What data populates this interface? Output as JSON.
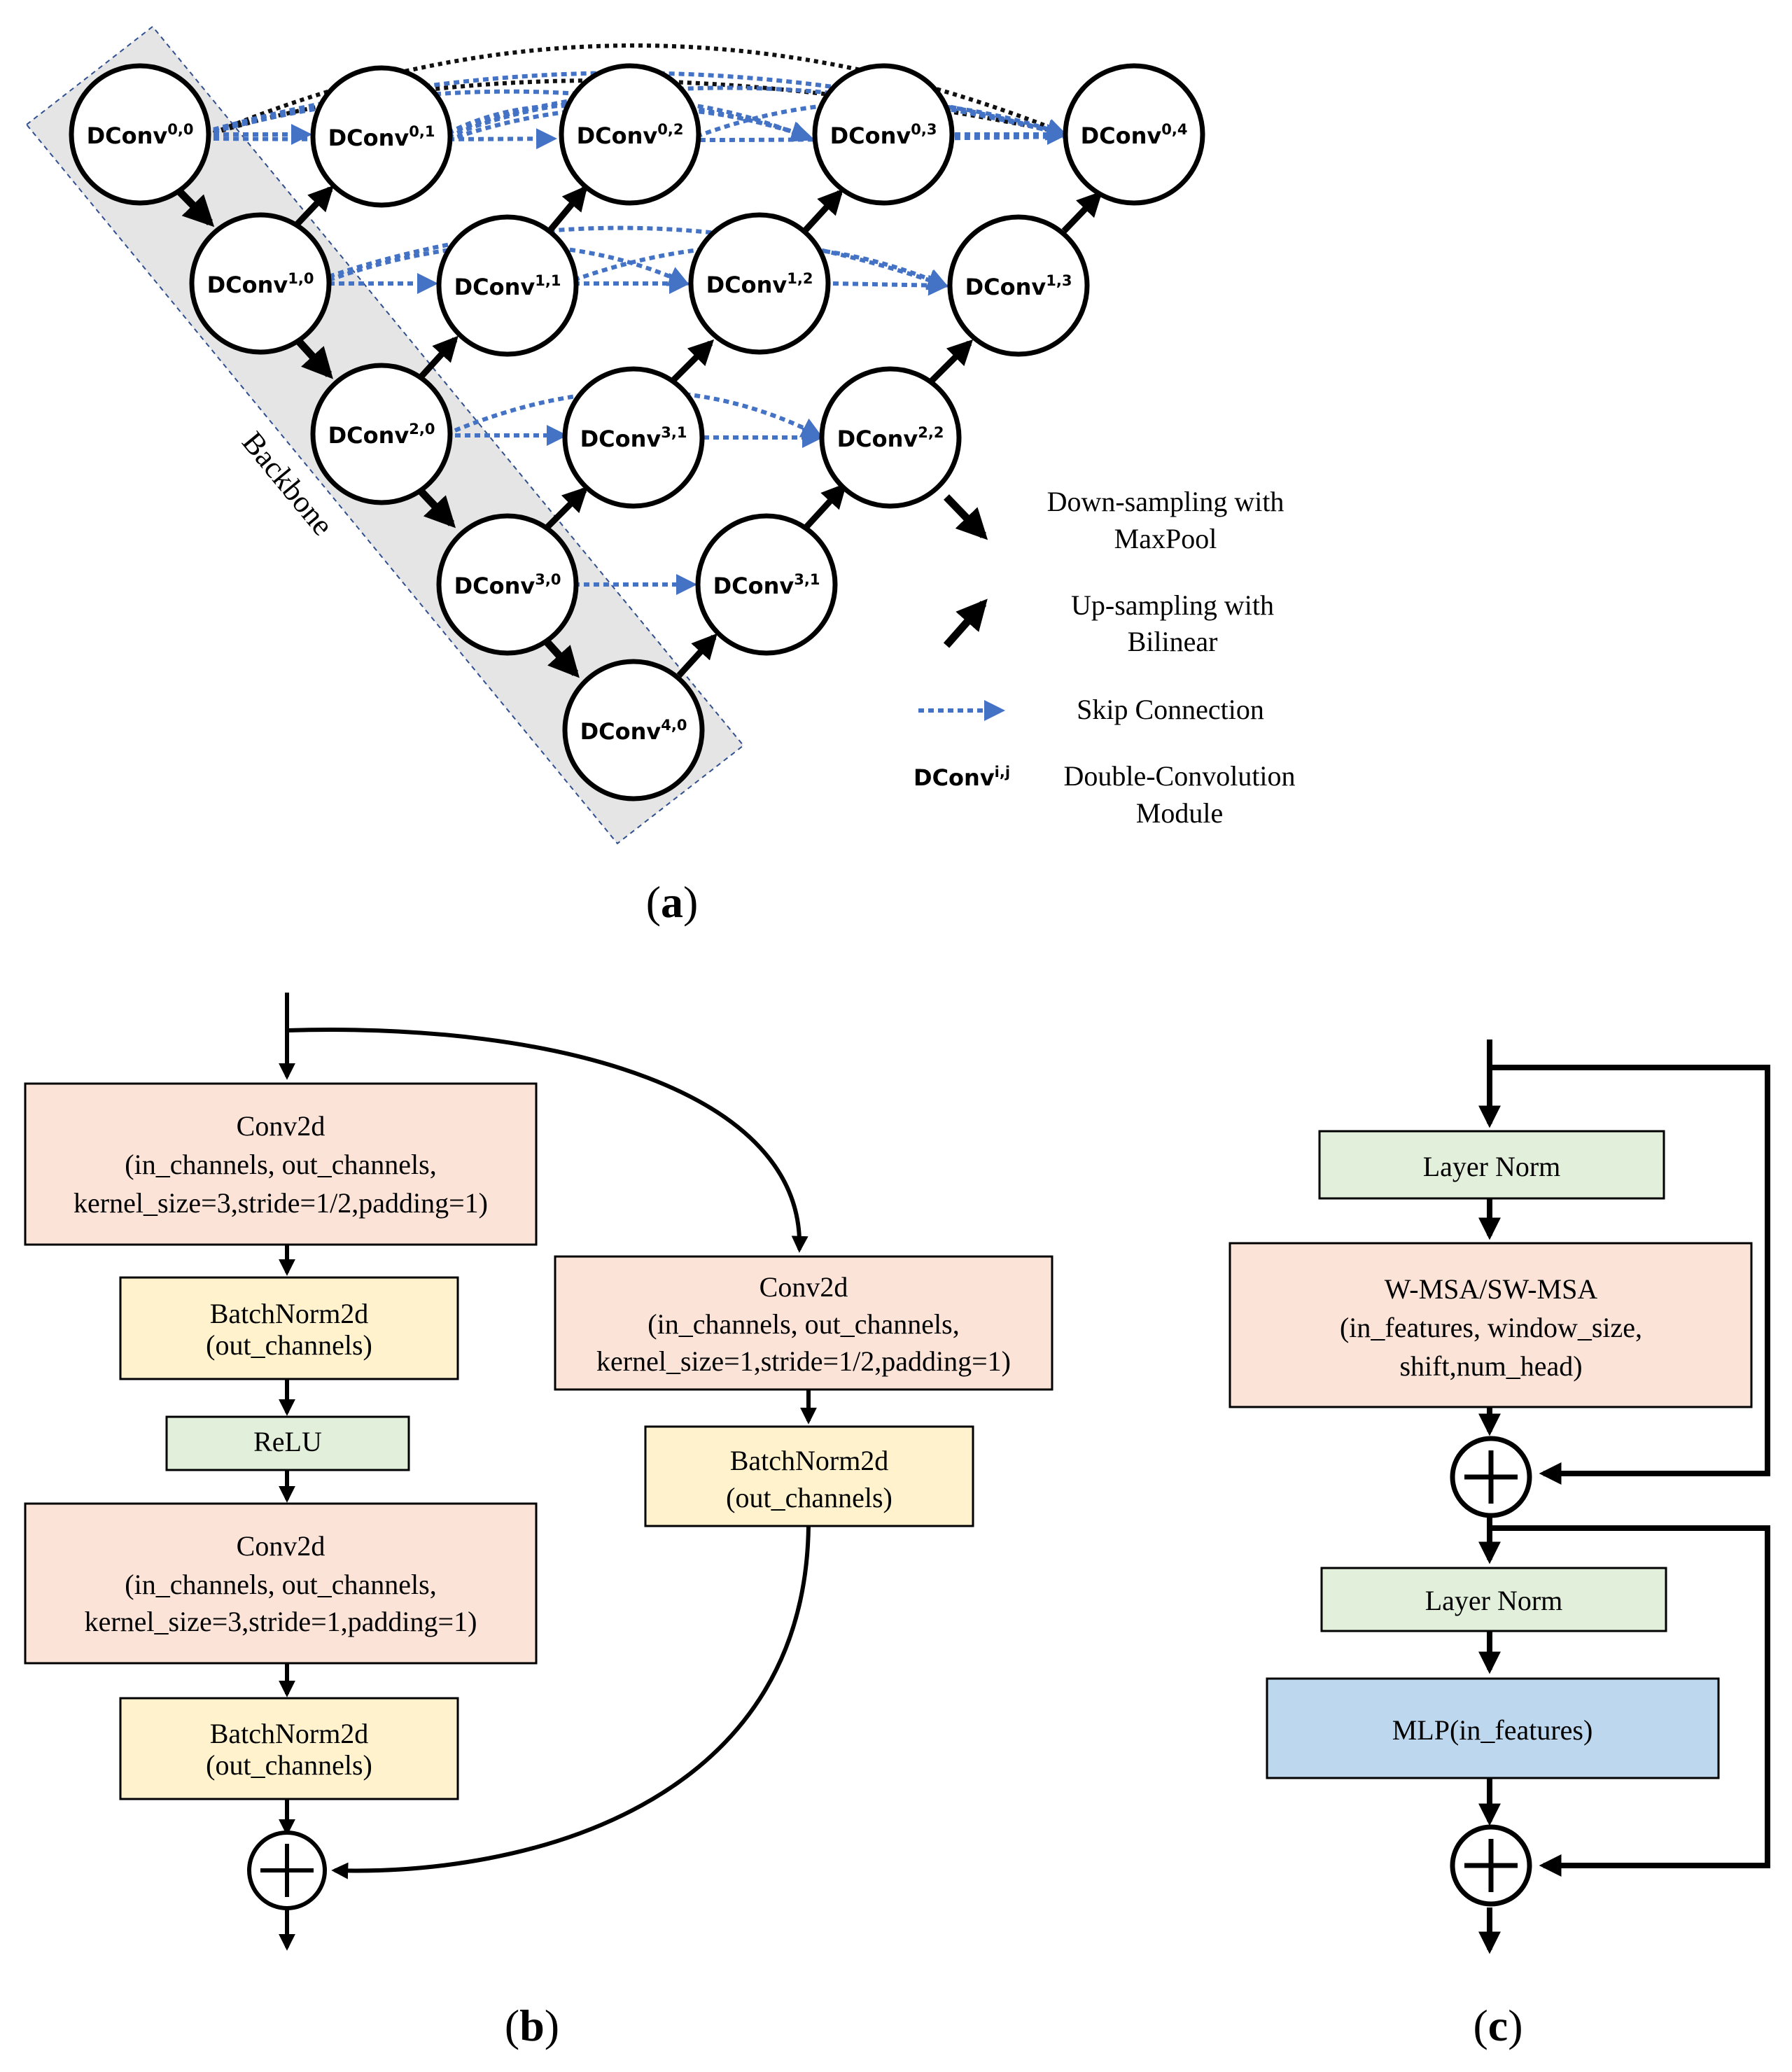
{
  "colors": {
    "orange_box": "#fbe3d7",
    "yellow_box": "#fff2cc",
    "green_box": "#e2efda",
    "blue_box": "#bdd7ee",
    "backbone_fill": "#e5e5e5",
    "skip_blue": "#4472c4",
    "outline": "#000000"
  },
  "panel_a": {
    "label_open": "(",
    "label_letter": "a",
    "label_close": ")",
    "backbone_label": "Backbone",
    "node_prefix": "DConv",
    "nodes": [
      {
        "id": "n00",
        "sup": "0,0"
      },
      {
        "id": "n01",
        "sup": "0,1"
      },
      {
        "id": "n02",
        "sup": "0,2"
      },
      {
        "id": "n03",
        "sup": "0,3"
      },
      {
        "id": "n04",
        "sup": "0,4"
      },
      {
        "id": "n10",
        "sup": "1,0"
      },
      {
        "id": "n11",
        "sup": "1,1"
      },
      {
        "id": "n12",
        "sup": "1,2"
      },
      {
        "id": "n13",
        "sup": "1,3"
      },
      {
        "id": "n20",
        "sup": "2,0"
      },
      {
        "id": "n21",
        "sup": "3,1"
      },
      {
        "id": "n22",
        "sup": "2,2"
      },
      {
        "id": "n30",
        "sup": "3,0"
      },
      {
        "id": "n31",
        "sup": "3,1"
      },
      {
        "id": "n40",
        "sup": "4,0"
      }
    ],
    "legend": {
      "down_line1": "Down-sampling with",
      "down_line2": "MaxPool",
      "up_line1": "Up-sampling with",
      "up_line2": "Bilinear",
      "skip": "Skip Connection",
      "module_key": "DConv",
      "module_key_sup": "i,j",
      "module_line1": "Double-Convolution",
      "module_line2": "Module"
    }
  },
  "panel_b": {
    "label_open": "(",
    "label_letter": "b",
    "label_close": ")",
    "conv1": [
      "Conv2d",
      "(in_channels, out_channels,",
      "kernel_size=3,stride=1/2,padding=1)"
    ],
    "bn1": [
      "BatchNorm2d",
      "(out_channels)"
    ],
    "relu": "ReLU",
    "conv2": [
      "Conv2d",
      "(in_channels, out_channels,",
      "kernel_size=3,stride=1,padding=1)"
    ],
    "bn2": [
      "BatchNorm2d",
      "(out_channels)"
    ],
    "conv_side": [
      "Conv2d",
      "(in_channels, out_channels,",
      "kernel_size=1,stride=1/2,padding=1)"
    ],
    "bn_side": [
      "BatchNorm2d",
      "(out_channels)"
    ]
  },
  "panel_c": {
    "label_open": "(",
    "label_letter": "c",
    "label_close": ")",
    "ln1": "Layer Norm",
    "msa": [
      "W-MSA/SW-MSA",
      "(in_features, window_size,",
      "shift,num_head)"
    ],
    "ln2": "Layer Norm",
    "mlp": "MLP(in_features)"
  }
}
